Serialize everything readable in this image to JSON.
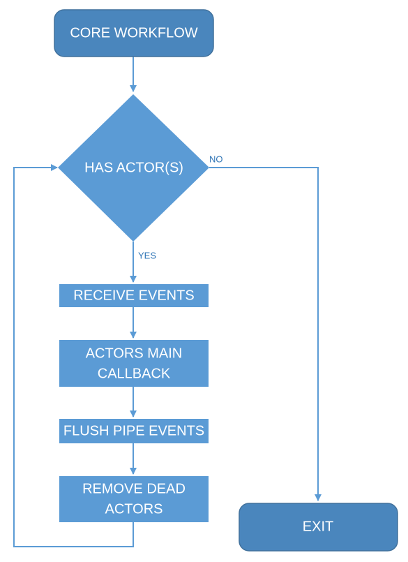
{
  "diagram": {
    "nodes": {
      "start": {
        "label": "CORE WORKFLOW"
      },
      "decision": {
        "label": "HAS ACTOR(S)"
      },
      "receive": {
        "label": "RECEIVE EVENTS"
      },
      "callback": {
        "line1": "ACTORS MAIN",
        "line2": "CALLBACK"
      },
      "flush": {
        "label": "FLUSH PIPE EVENTS"
      },
      "remove": {
        "line1": "REMOVE DEAD",
        "line2": "ACTORS"
      },
      "exit": {
        "label": "EXIT"
      }
    },
    "edges": {
      "yes_label": "YES",
      "no_label": "NO"
    }
  },
  "colors": {
    "terminal_fill": "#4a86bd",
    "process_fill": "#5b9bd5",
    "connector": "#5b9bd5",
    "edge_label_text": "#2e74b5",
    "node_text": "#ffffff"
  }
}
